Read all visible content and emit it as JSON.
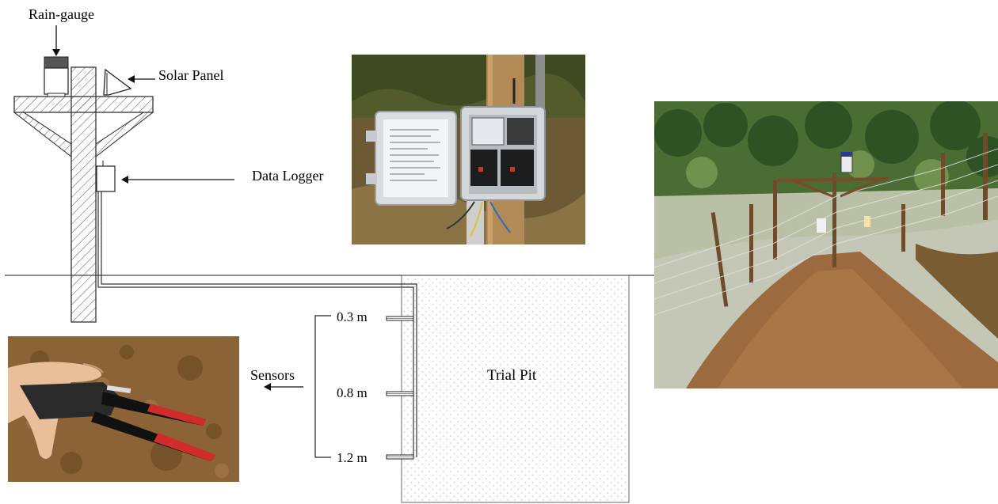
{
  "labels": {
    "rain_gauge": "Rain-gauge",
    "solar_panel": "Solar Panel",
    "data_logger": "Data Logger",
    "sensors": "Sensors",
    "trial_pit": "Trial Pit"
  },
  "depths": [
    "0.3 m",
    "0.8 m",
    "1.2 m"
  ],
  "photos": {
    "logger_photo": "data-logger-enclosure-photo",
    "sensor_photo": "soil-moisture-sensor-in-hand-photo",
    "site_photo": "fenced-hillslope-monitoring-site-photo"
  },
  "colors": {
    "line": "#222222",
    "soil": "#7a5a32",
    "vegetation": "#3f6b2e",
    "sensor_red": "#d12b2b"
  }
}
